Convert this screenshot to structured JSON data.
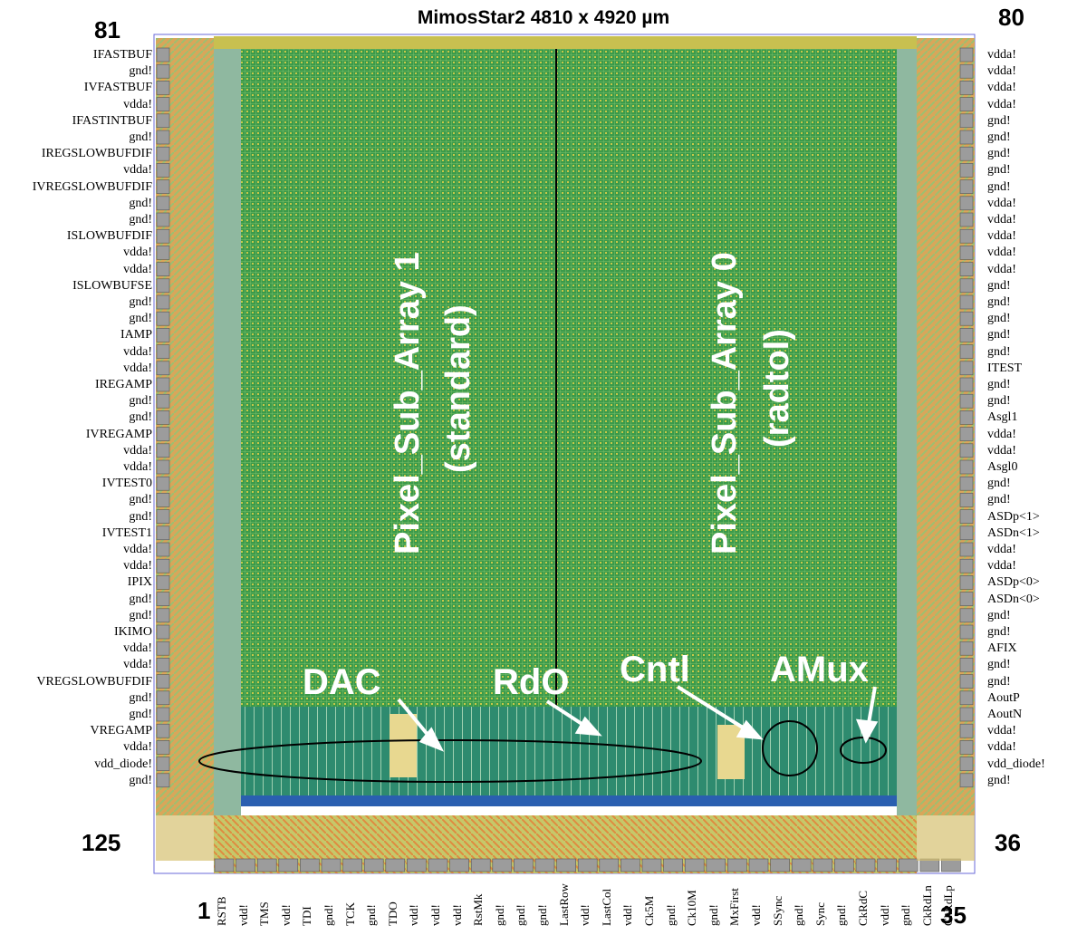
{
  "title": "MimosStar2 4810 x 4920 µm",
  "corners": {
    "top_left": "81",
    "top_right": "80",
    "bottom_left": "125",
    "bottom_right": "36",
    "bottom_first": "1",
    "bottom_last": "35"
  },
  "arrays": [
    {
      "line1": "Pixel_Sub_Array 1",
      "line2": "(standard)"
    },
    {
      "line1": "Pixel_Sub_Array 0",
      "line2": "(radtol)"
    }
  ],
  "blocks": {
    "dac": "DAC",
    "rdo": "RdO",
    "cntl": "Cntl",
    "amux": "AMux"
  },
  "left_pins": [
    "IFASTBUF",
    "gnd!",
    "IVFASTBUF",
    "vdda!",
    "IFASTINTBUF",
    "gnd!",
    "IREGSLOWBUFDIF",
    "vdda!",
    "IVREGSLOWBUFDIF",
    "gnd!",
    "gnd!",
    "ISLOWBUFDIF",
    "vdda!",
    "vdda!",
    "ISLOWBUFSE",
    "gnd!",
    "gnd!",
    "IAMP",
    "vdda!",
    "vdda!",
    "IREGAMP",
    "gnd!",
    "gnd!",
    "IVREGAMP",
    "vdda!",
    "vdda!",
    "IVTEST0",
    "gnd!",
    "gnd!",
    "IVTEST1",
    "vdda!",
    "vdda!",
    "IPIX",
    "gnd!",
    "gnd!",
    "IKIMO",
    "vdda!",
    "vdda!",
    "VREGSLOWBUFDIF",
    "gnd!",
    "gnd!",
    "VREGAMP",
    "vdda!",
    "vdd_diode!",
    "gnd!"
  ],
  "right_pins": [
    "vdda!",
    "vdda!",
    "vdda!",
    "vdda!",
    "gnd!",
    "gnd!",
    "gnd!",
    "gnd!",
    "gnd!",
    "vdda!",
    "vdda!",
    "vdda!",
    "vdda!",
    "vdda!",
    "gnd!",
    "gnd!",
    "gnd!",
    "gnd!",
    "gnd!",
    "ITEST",
    "gnd!",
    "gnd!",
    "Asgl1",
    "vdda!",
    "vdda!",
    "Asgl0",
    "gnd!",
    "gnd!",
    "ASDp<1>",
    "ASDn<1>",
    "vdda!",
    "vdda!",
    "ASDp<0>",
    "ASDn<0>",
    "gnd!",
    "gnd!",
    "AFIX",
    "gnd!",
    "gnd!",
    "AoutP",
    "AoutN",
    "vdda!",
    "vdda!",
    "vdd_diode!",
    "gnd!"
  ],
  "bottom_pins": [
    "RSTB",
    "vdd!",
    "TMS",
    "vdd!",
    "TDI",
    "gnd!",
    "TCK",
    "gnd!",
    "TDO",
    "vdd!",
    "vdd!",
    "vdd!",
    "RstMk",
    "gnd!",
    "gnd!",
    "gnd!",
    "LastRow",
    "vdd!",
    "LastCol",
    "vdd!",
    "Ck5M",
    "gnd!",
    "Ck10M",
    "gnd!",
    "MxFirst",
    "vdd!",
    "SSync",
    "gnd!",
    "Sync",
    "gnd!",
    "CkRdC",
    "vdd!",
    "gnd!",
    "CkRdLn",
    "CkRdLp"
  ],
  "colors": {
    "array": "#3b9a4a",
    "array_grid": "#76c26a",
    "periphery": "#2e8b6f",
    "pad_orange": "#e0a04a",
    "pad_yellow": "#e8d86a",
    "frame": "#6a6ad8",
    "label": "#ffffff",
    "outline": "#000000"
  }
}
